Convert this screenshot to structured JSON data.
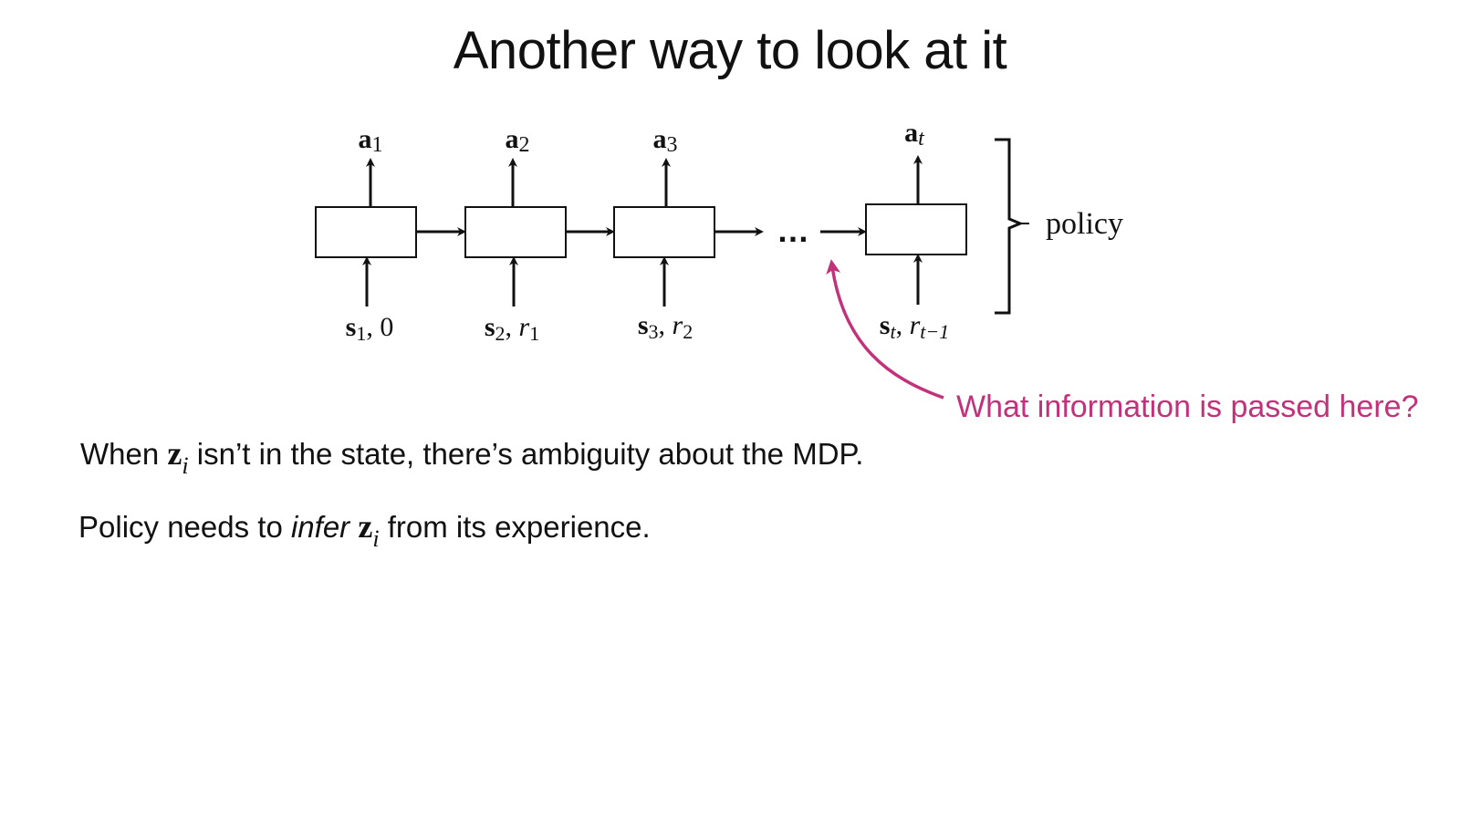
{
  "slide": {
    "title": "Another way to look at it"
  },
  "diagram": {
    "cells": [
      {
        "action_var": "a",
        "action_sub": "1",
        "input_state": "s",
        "input_state_sub": "1",
        "input_sep": ", ",
        "input_reward": "0",
        "input_reward_sub": ""
      },
      {
        "action_var": "a",
        "action_sub": "2",
        "input_state": "s",
        "input_state_sub": "2",
        "input_sep": ", ",
        "input_reward": "r",
        "input_reward_sub": "1"
      },
      {
        "action_var": "a",
        "action_sub": "3",
        "input_state": "s",
        "input_state_sub": "3",
        "input_sep": ", ",
        "input_reward": "r",
        "input_reward_sub": "2"
      },
      {
        "action_var": "a",
        "action_sub": "t",
        "input_state": "s",
        "input_state_sub": "t",
        "input_sep": ", ",
        "input_reward": "r",
        "input_reward_sub": "t−1"
      }
    ],
    "ellipsis": "…",
    "policy_label": "policy",
    "annotation": {
      "text": "What information is passed here?",
      "color": "#c2327a"
    }
  },
  "body": {
    "line1": {
      "before": "When ",
      "var": "z",
      "sub": "i",
      "after": " isn’t in the state, there’s ambiguity about the MDP."
    },
    "line2": {
      "before": "Policy needs to ",
      "emph": "infer",
      "var": "z",
      "sub": "i",
      "after": " from its experience."
    }
  }
}
